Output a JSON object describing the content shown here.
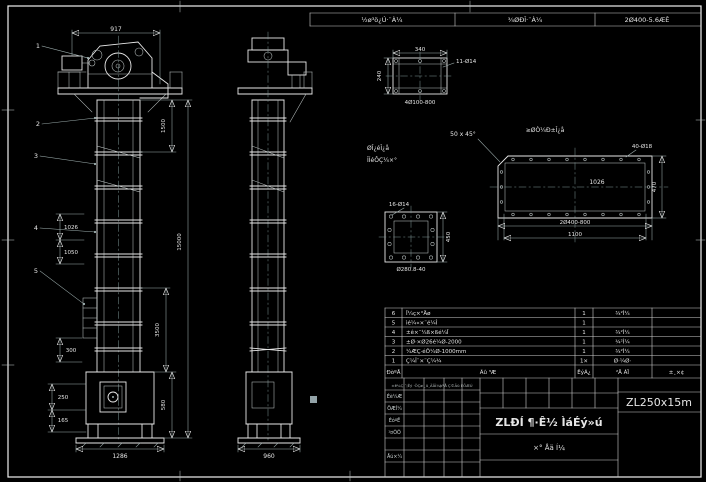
{
  "colors": {
    "background": "#000000",
    "line": "#e8e8e8",
    "dim_line": "#9fb0b0",
    "text": "#e6e6e6"
  },
  "top_strip": {
    "cell1": "½ø³ö¿Ú·¨À¼",
    "cell2": "¾ØÐÎ·¨À¼",
    "cell3": "2Ø400-5.6ÆÊ"
  },
  "front_view": {
    "balloons": {
      "b1": "1",
      "b2": "2",
      "b3": "3",
      "b4": "4",
      "b5": "5"
    },
    "dims": {
      "top_width": "917",
      "left_a": "1026",
      "left_b": "1050",
      "left_c": "300",
      "head_height": "1500",
      "total_height": "15000",
      "boot_height": "3500",
      "leg_height": "580",
      "base_width": "1286",
      "anchor_a": "250",
      "anchor_b": "165"
    }
  },
  "side_view": {
    "dims": {
      "base_width": "960"
    }
  },
  "detail_inlet": {
    "dims": {
      "width": "340",
      "height": "240",
      "holes": "11-Ø14",
      "pitch": "4Ø100-800"
    }
  },
  "detail_plate": {
    "note": "≥ØÒ¼Ð±Î¿å",
    "chamfer": "50 x 45°",
    "dims": {
      "holes": "40-Ø18",
      "inner": "1026",
      "height": "470",
      "pitch": "2Ø400-800",
      "width": "1100"
    }
  },
  "detail_flange": {
    "note1": "ØÎ¿éÎ¿å",
    "note2": "ÎÍéÔÇ¼×°",
    "dims": {
      "holes": "16-Ø14",
      "bolt_circle": "Ø280.8-40",
      "side": "450"
    }
  },
  "bom": {
    "headers": {
      "no": "ÐòºÅ",
      "name": "Ãû  ³Æ",
      "qty": "ÊýÁ¿",
      "material": "²Ä  ÁÏ",
      "note": "±¸×¢"
    },
    "rows": [
      {
        "no": "6",
        "name": "Î¼ç×°Äø",
        "qty": "1",
        "material": "¾²Ì¼"
      },
      {
        "no": "5",
        "name": "ìé¼«×¨é¼Î",
        "qty": "1",
        "material": ""
      },
      {
        "no": "4",
        "name": "±ê×¨¼ß×ßé¼Î",
        "qty": "1",
        "material": "¾²Ì¼"
      },
      {
        "no": "3",
        "name": "±Ø·×Ø26é¼Ø-2000",
        "qty": "1",
        "material": "¾²Ì¼"
      },
      {
        "no": "2",
        "name": "¼ÆÇ·éÔ¼Ø-1000mm",
        "qty": "1",
        "material": "¾²Ì¼"
      },
      {
        "no": "1",
        "name": "Ç¼Î¨×¨Ç¼¾",
        "qty": "1×",
        "material": "Ø·¼Ø·"
      }
    ]
  },
  "title_block": {
    "model": "ZL250x15m",
    "title": "ZLÐÍ ¶·Ê½ ÌáÉý»ú",
    "subtitle": "×° Åä Í¼",
    "revision_header": "±ê¼Ç ´¦Êý ·ÖÇø ¸ü¸ÄÎÄ¼þºÅ Ç©Ãû ÈÕÆÚ",
    "sign_labels": {
      "l1": "Éè¼Æ",
      "l2": "ÖÆÍ¼",
      "l3": "ÉóºË",
      "l4": "¹¤ÒÕ",
      "l5": "Åú×¼"
    }
  }
}
